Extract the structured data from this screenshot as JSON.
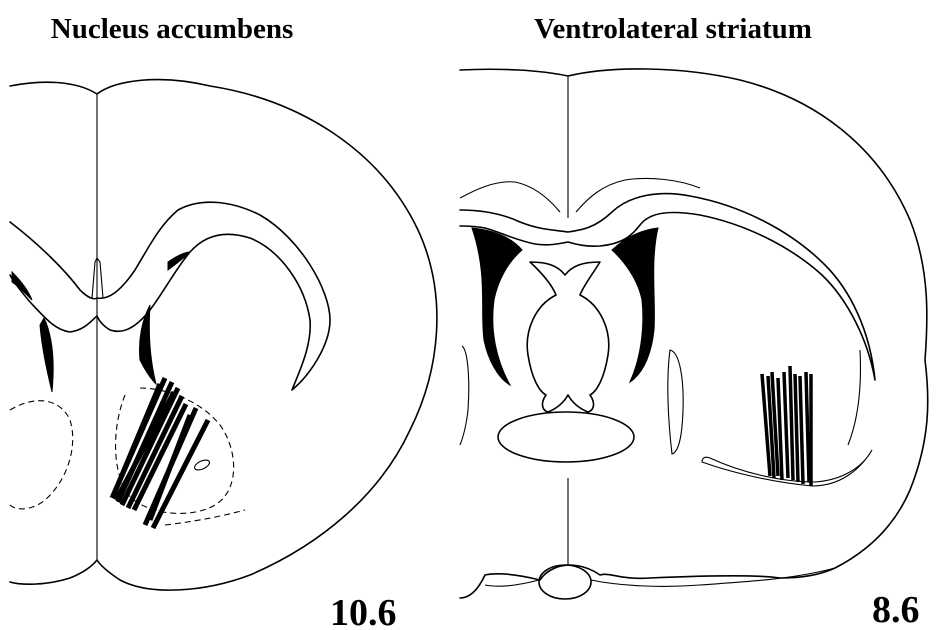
{
  "panels": [
    {
      "title": "Nucleus accumbens",
      "coordinate": "10.6",
      "track_count": 10
    },
    {
      "title": "Ventrolateral striatum",
      "coordinate": "8.6",
      "track_count": 10
    }
  ],
  "colors": {
    "line": "#000000",
    "background": "#ffffff"
  }
}
